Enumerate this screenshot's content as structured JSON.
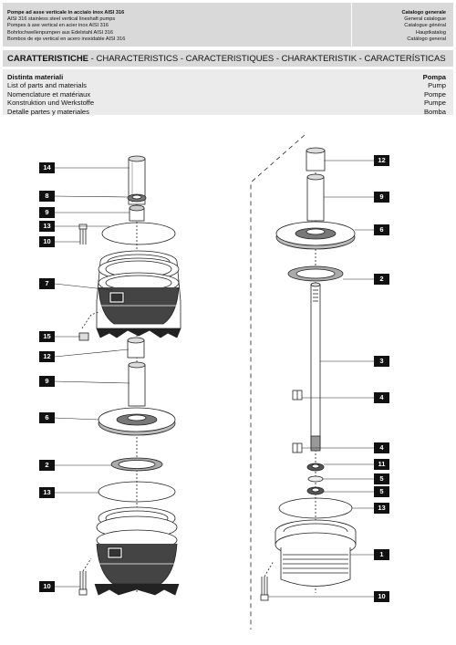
{
  "header": {
    "lines": [
      "Pompe ad asse verticale in acciaio inox AISI 316",
      "AISI 316 stainless steel vertical lineshaft pumps",
      "Pompes à axe vertical en acier inox AISI 316",
      "Bohrlochwellenpumpen aus Edelstahl AISI 316",
      "Bombos de eje vertical en acero inoxidable AISI 316"
    ],
    "catalogue": [
      "Catalogo generale",
      "General catalogue",
      "Catalogue général",
      "Hauptkatalog",
      "Catálogo general"
    ]
  },
  "characteristics": {
    "title_bold": "CARATTERISTICHE",
    "title_rest": " - CHARACTERISTICS - CARACTERISTIQUES - CHARAKTERISTIK - CARACTERÍSTICAS"
  },
  "parts": {
    "labels": [
      "Distinta materiali",
      "List of parts and materials",
      "Nomenclature et matériaux",
      "Konstruktion und Werkstoffe",
      "Detalle partes y materiales"
    ],
    "values": [
      "Pompa",
      "Pump",
      "Pompe",
      "Pumpe",
      "Bomba"
    ]
  },
  "callouts_left": [
    "14",
    "8",
    "9",
    "13",
    "10",
    "7",
    "15",
    "12",
    "9",
    "6",
    "2",
    "13",
    "10"
  ],
  "callouts_right": [
    "12",
    "9",
    "6",
    "2",
    "3",
    "4",
    "4",
    "11",
    "5",
    "5",
    "13",
    "1",
    "10"
  ],
  "colors": {
    "header_bg": "#d9d9d9",
    "subheader_bg": "#ebebeb",
    "badge": "#111111"
  }
}
